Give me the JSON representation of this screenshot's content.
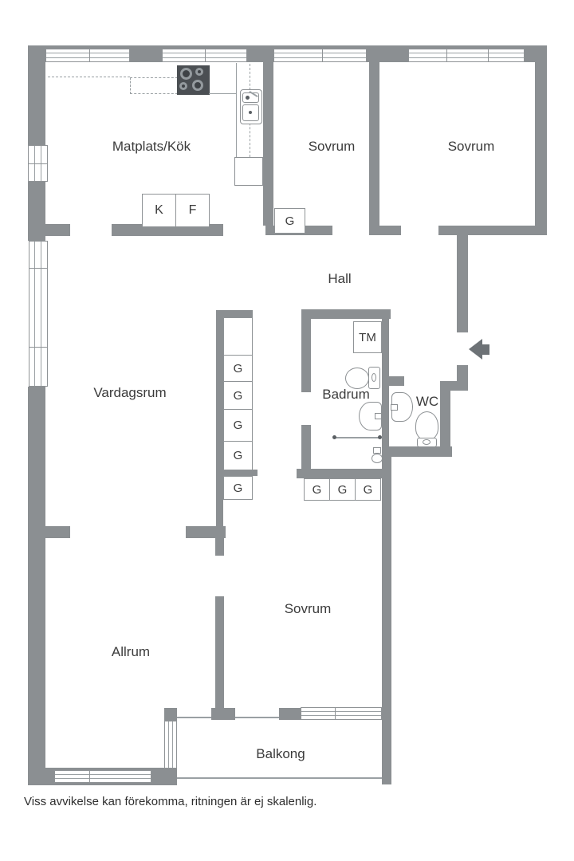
{
  "floorplan": {
    "rooms": {
      "kitchen": "Matplats/Kök",
      "bedroom_top_left": "Sovrum",
      "bedroom_top_right": "Sovrum",
      "hall": "Hall",
      "living_room": "Vardagsrum",
      "bathroom": "Badrum",
      "wc": "WC",
      "bedroom_bottom": "Sovrum",
      "family_room": "Allrum",
      "balcony": "Balkong"
    },
    "labels": {
      "fridge": "K",
      "freezer": "F",
      "washing_machine": "TM",
      "wardrobe": "G"
    },
    "disclaimer": "Viss avvikelse kan förekomma, ritningen är ej skalenlig.",
    "colors": {
      "wall": "#8b8f92",
      "fixture_outline": "#8c9093",
      "text": "#3b3b3b",
      "stove": "#4b4f53",
      "background": "#ffffff"
    }
  }
}
